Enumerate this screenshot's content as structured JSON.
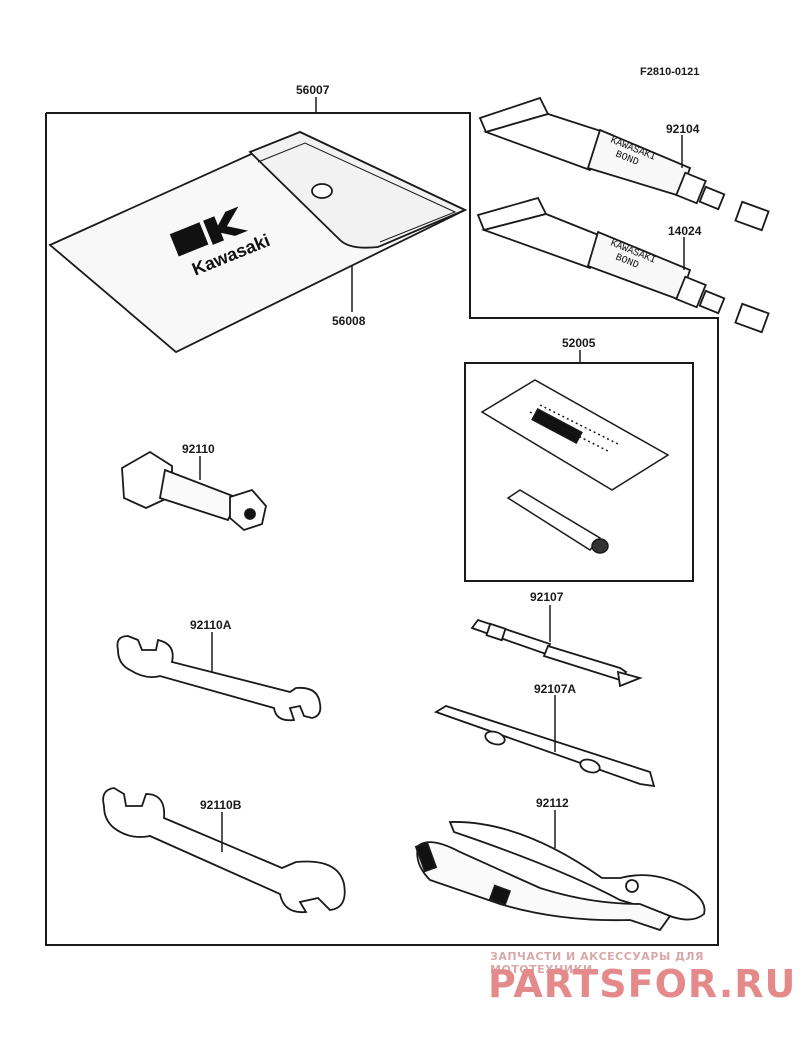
{
  "diagram": {
    "ref_code": "F2810-0121",
    "parts": {
      "tool_kit_case": "56007",
      "tool_bag": "56008",
      "bond_tube_a": "92104",
      "bond_tube_b": "14024",
      "repair_kit": "52005",
      "plug_wrench": "92110",
      "wrench_a": "92110A",
      "screwdriver": "92107",
      "screwdriver_a": "92107A",
      "wrench_b": "92110B",
      "pliers": "92112"
    },
    "brand_logo_text": "Kawasaki",
    "tube_print_line1": "KAWASAKI",
    "tube_print_line2": "BOND"
  },
  "watermark": {
    "tagline": "ЗАПЧАСТИ И АКСЕССУАРЫ ДЛЯ МОТОТЕХНИКИ",
    "site": "PARTSFOR.RU"
  },
  "colors": {
    "line": "#1a1a1a",
    "watermark": "#e58a8a"
  }
}
